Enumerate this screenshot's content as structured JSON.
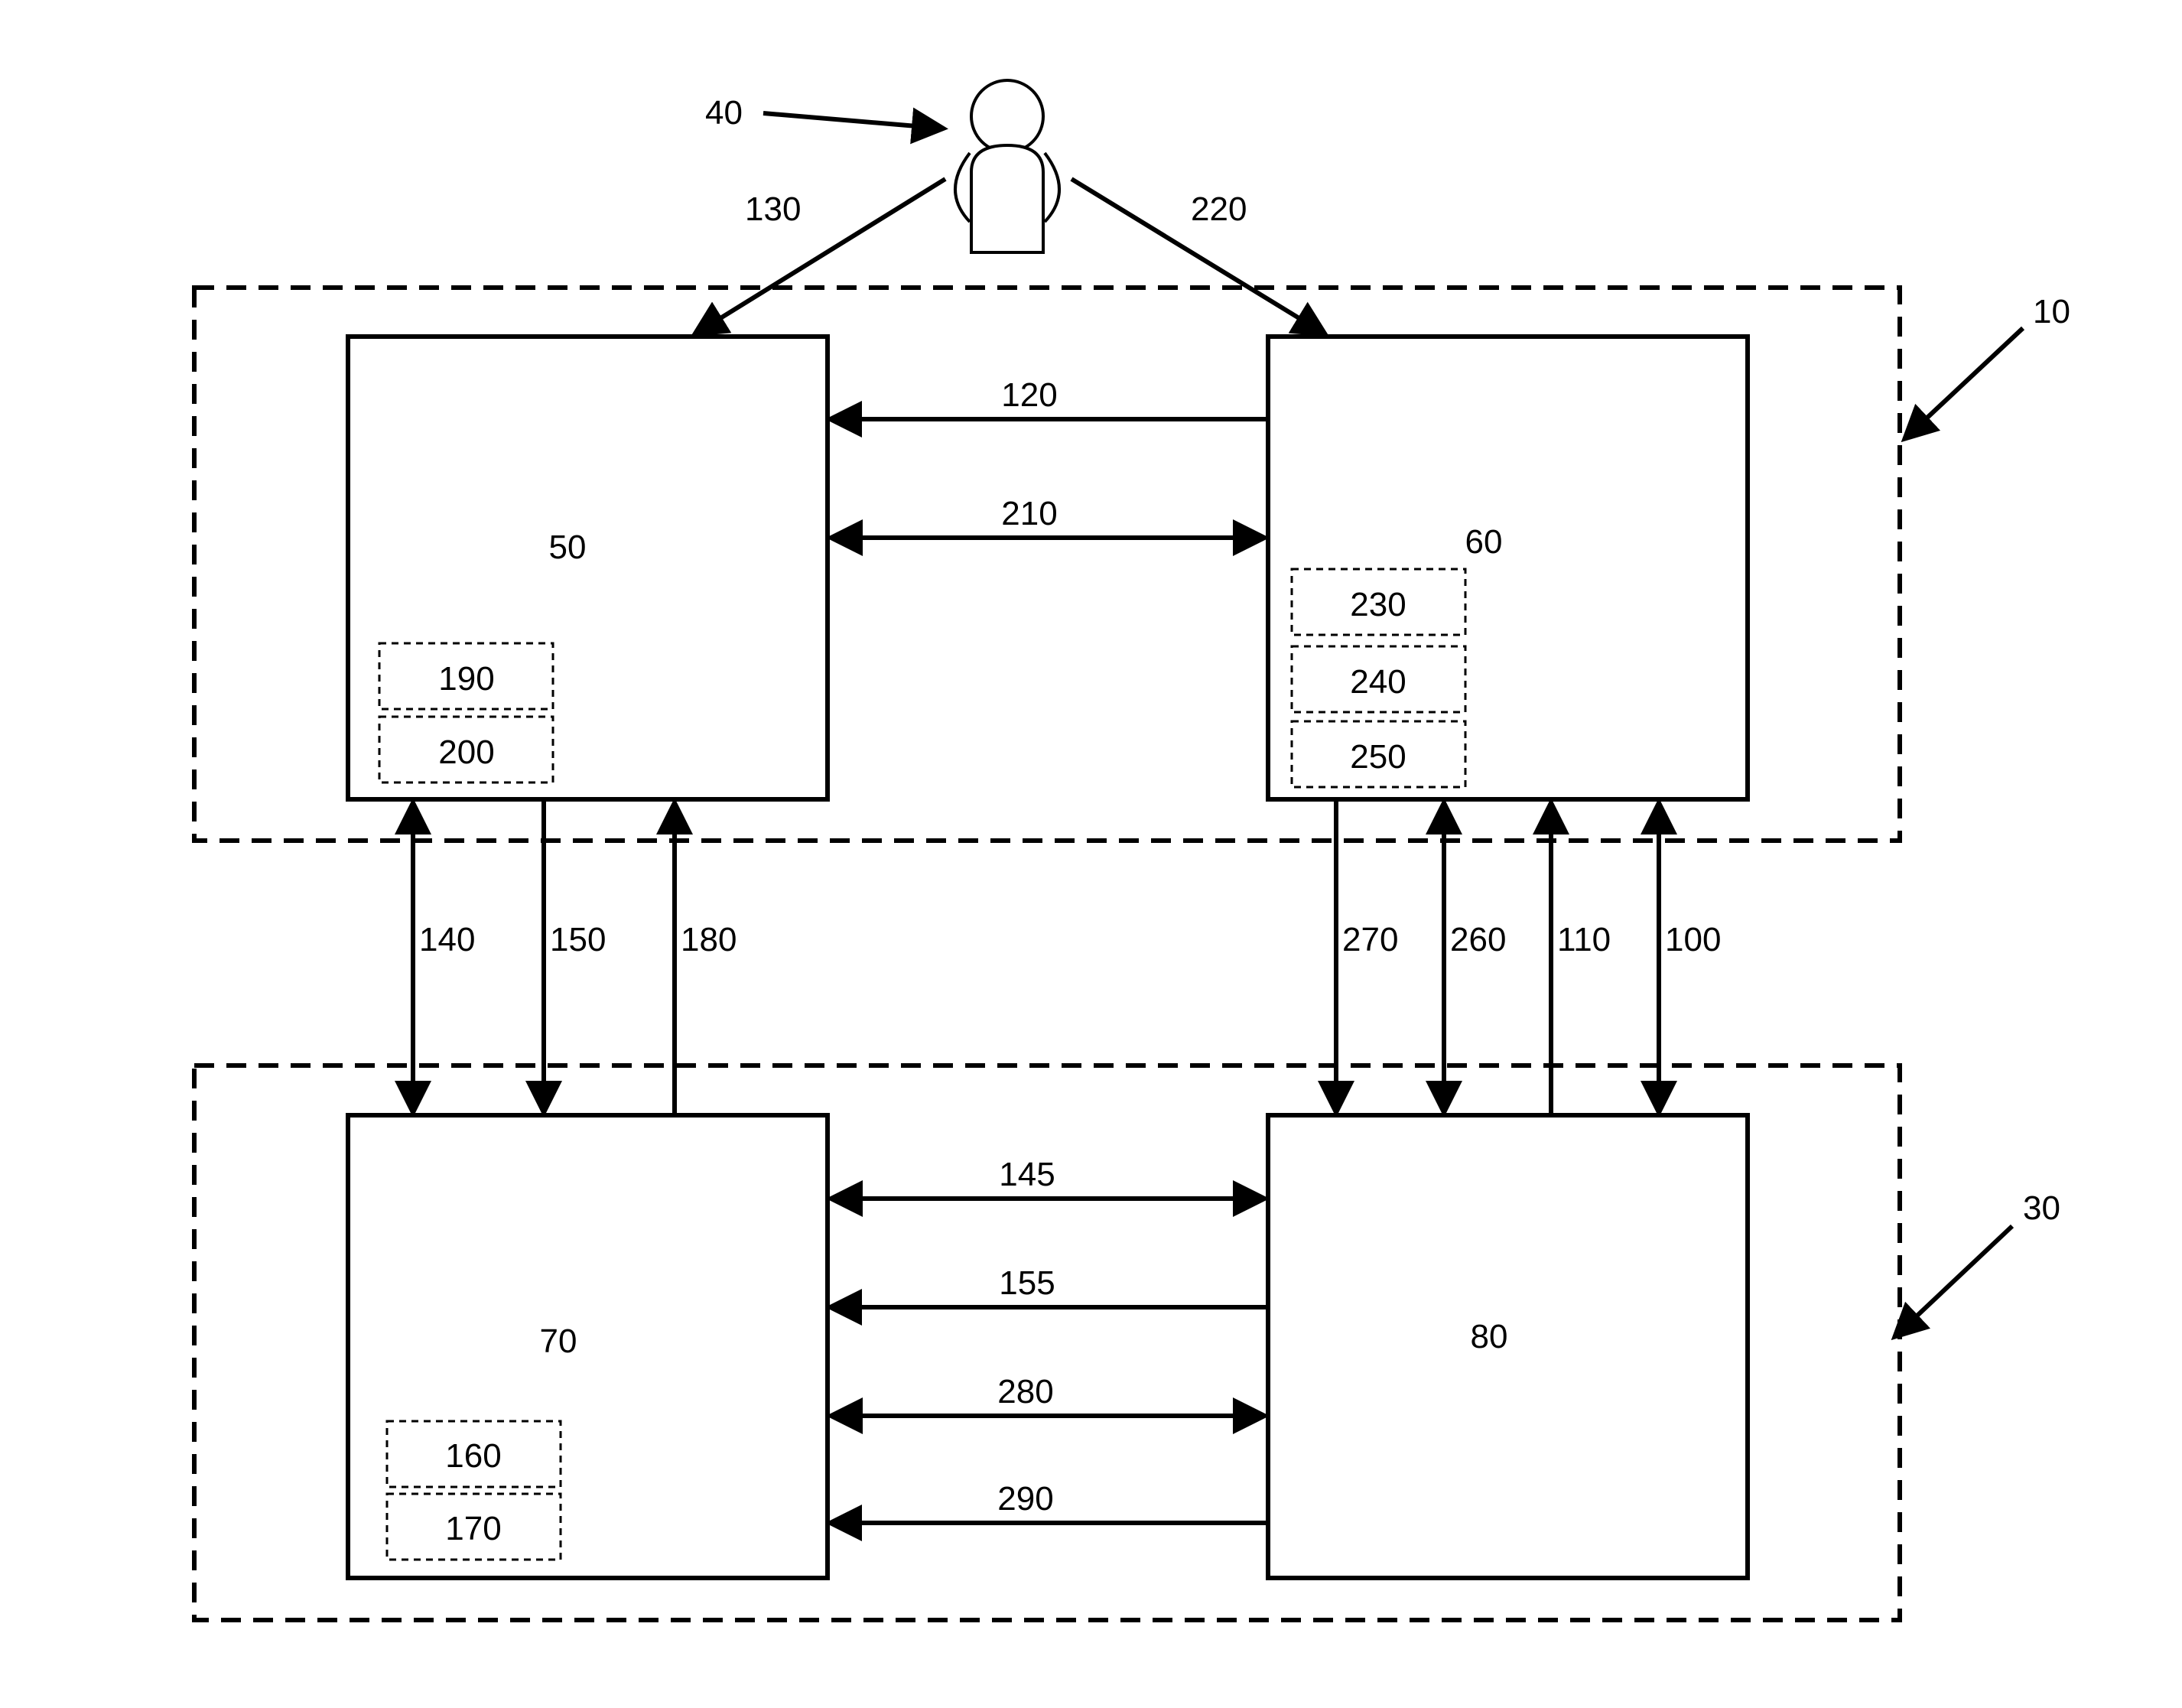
{
  "groups": [
    {
      "id": "10",
      "label": "10"
    },
    {
      "id": "30",
      "label": "30"
    }
  ],
  "user": {
    "label": "40"
  },
  "blocks": [
    {
      "id": "50",
      "label": "50",
      "sub": [
        "190",
        "200"
      ]
    },
    {
      "id": "60",
      "label": "60",
      "sub": [
        "230",
        "240",
        "250"
      ]
    },
    {
      "id": "70",
      "label": "70",
      "sub": [
        "160",
        "170"
      ]
    },
    {
      "id": "80",
      "label": "80",
      "sub": []
    }
  ],
  "connections": [
    {
      "label": "130",
      "from": "40",
      "to": "50",
      "direction": "to"
    },
    {
      "label": "220",
      "from": "40",
      "to": "60",
      "direction": "to"
    },
    {
      "label": "120",
      "from": "60",
      "to": "50",
      "direction": "to"
    },
    {
      "label": "210",
      "from": "50",
      "to": "60",
      "direction": "both"
    },
    {
      "label": "140",
      "from": "50",
      "to": "70",
      "direction": "both"
    },
    {
      "label": "150",
      "from": "50",
      "to": "70",
      "direction": "to"
    },
    {
      "label": "180",
      "from": "70",
      "to": "50",
      "direction": "to"
    },
    {
      "label": "270",
      "from": "60",
      "to": "80",
      "direction": "to"
    },
    {
      "label": "260",
      "from": "60",
      "to": "80",
      "direction": "both"
    },
    {
      "label": "110",
      "from": "80",
      "to": "60",
      "direction": "to"
    },
    {
      "label": "100",
      "from": "60",
      "to": "80",
      "direction": "both"
    },
    {
      "label": "145",
      "from": "70",
      "to": "80",
      "direction": "both"
    },
    {
      "label": "155",
      "from": "80",
      "to": "70",
      "direction": "to"
    },
    {
      "label": "280",
      "from": "70",
      "to": "80",
      "direction": "both"
    },
    {
      "label": "290",
      "from": "80",
      "to": "70",
      "direction": "to"
    }
  ]
}
